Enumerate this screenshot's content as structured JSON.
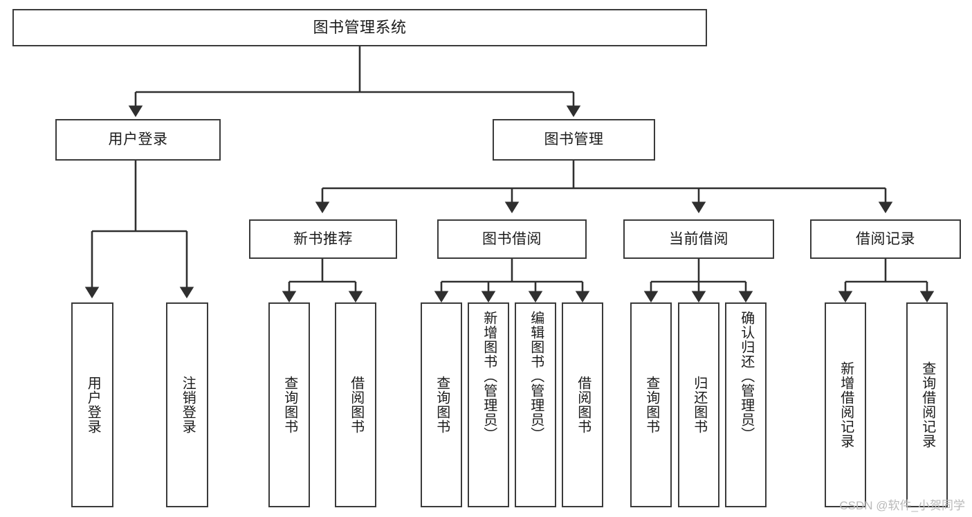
{
  "diagram": {
    "title": "图书管理系统",
    "type": "tree-hierarchy-diagram",
    "colors": {
      "stroke": "#3a3a3a",
      "fill": "#ffffff",
      "text": "#1b1b1b",
      "watermark": "#b9b9b9"
    },
    "root": {
      "label": "图书管理系统"
    },
    "level2": [
      {
        "label": "用户登录"
      },
      {
        "label": "图书管理"
      }
    ],
    "level3": [
      {
        "label": "新书推荐"
      },
      {
        "label": "图书借阅"
      },
      {
        "label": "当前借阅"
      },
      {
        "label": "借阅记录"
      }
    ],
    "leaves": {
      "user_login": [
        {
          "label": "用户登录"
        },
        {
          "label": "注销登录"
        }
      ],
      "new_book_recommend": [
        {
          "label": "查询图书"
        },
        {
          "label": "借阅图书"
        }
      ],
      "book_borrow": [
        {
          "label": "查询图书"
        },
        {
          "label": "新增图书（管理员）"
        },
        {
          "label": "编辑图书（管理员）"
        },
        {
          "label": "借阅图书"
        }
      ],
      "current_borrow": [
        {
          "label": "查询图书"
        },
        {
          "label": "归还图书"
        },
        {
          "label": "确认归还（管理员）"
        }
      ],
      "borrow_record": [
        {
          "label": "新增借阅记录"
        },
        {
          "label": "查询借阅记录"
        }
      ]
    }
  },
  "watermark": {
    "text": "CSDN @软件_小贺同学"
  }
}
